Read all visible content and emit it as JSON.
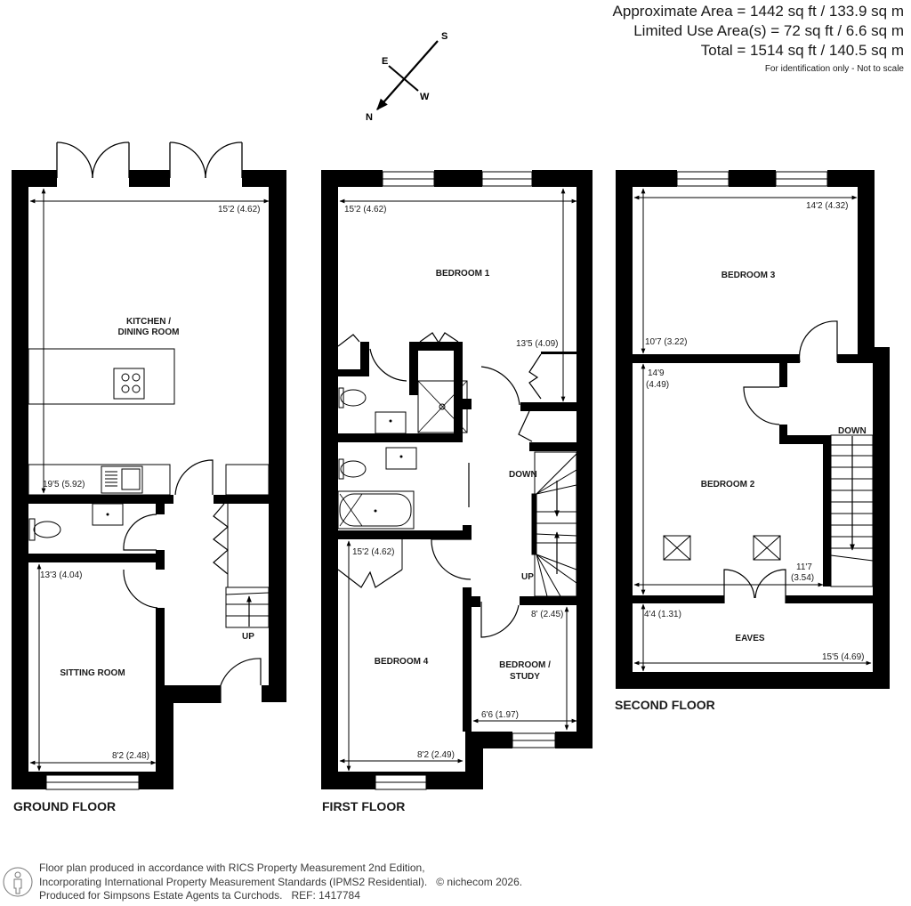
{
  "areas": {
    "approximate": "Approximate Area = 1442 sq ft / 133.9 sq m",
    "limited_use": "Limited Use Area(s) = 72 sq ft / 6.6 sq m",
    "total": "Total = 1514 sq ft / 140.5 sq m",
    "note": "For identification only - Not to scale"
  },
  "compass": {
    "N": "N",
    "S": "S",
    "E": "E",
    "W": "W"
  },
  "floors": {
    "ground": {
      "label": "GROUND FLOOR",
      "rooms": {
        "kitchen_line1": "KITCHEN /",
        "kitchen_line2": "DINING ROOM",
        "sitting": "SITTING ROOM"
      },
      "dims": {
        "kitchen_w": "15'2 (4.62)",
        "kitchen_l": "19'5 (5.92)",
        "sitting_l": "13'3 (4.04)",
        "sitting_w": "8'2 (2.48)"
      },
      "stairs": "UP"
    },
    "first": {
      "label": "FIRST FLOOR",
      "rooms": {
        "bed1": "BEDROOM 1",
        "bed4": "BEDROOM 4",
        "study_line1": "BEDROOM /",
        "study_line2": "STUDY"
      },
      "dims": {
        "bed1_w": "15'2 (4.62)",
        "bed1_l": "13'5 (4.09)",
        "bed4_l": "15'2 (4.62)",
        "bed4_w": "8'2 (2.49)",
        "study_l": "8' (2.45)",
        "study_w": "6'6 (1.97)"
      },
      "stairs_down": "DOWN",
      "stairs_up": "UP"
    },
    "second": {
      "label": "SECOND FLOOR",
      "rooms": {
        "bed3": "BEDROOM 3",
        "bed2": "BEDROOM 2",
        "eaves": "EAVES"
      },
      "dims": {
        "bed3_w": "14'2 (4.32)",
        "bed3_l": "10'7 (3.22)",
        "bed2_l1": "14'9",
        "bed2_l2": "(4.49)",
        "bed2_w1": "11'7",
        "bed2_w2": "(3.54)",
        "eaves_l": "4'4 (1.31)",
        "eaves_w": "15'5 (4.69)"
      },
      "stairs": "DOWN"
    }
  },
  "footer": {
    "line1": "Floor plan produced in accordance with RICS Property Measurement 2nd Edition,",
    "line2": "Incorporating International Property Measurement Standards (IPMS2 Residential).   © nichecom 2026.",
    "line3": "Produced for Simpsons Estate Agents ta Curchods.   REF: 1417784"
  },
  "colors": {
    "wall": "#000000",
    "background": "#ffffff",
    "text": "#1a1a1a"
  }
}
